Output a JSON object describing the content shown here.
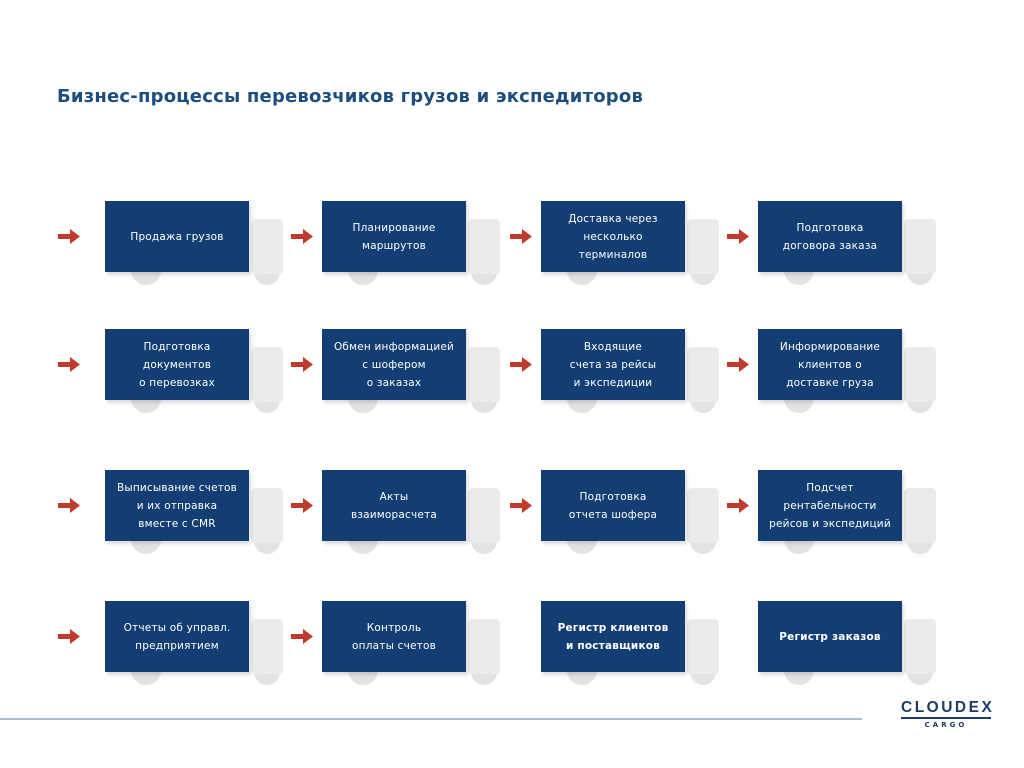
{
  "title": "Бизнес-процессы перевозчиков грузов и экспедиторов",
  "colors": {
    "box_navy": "#133e73",
    "title_navy": "#1b4d7e",
    "arrow_red": "#c13b2c",
    "cab_gray": "#ebebeb",
    "wheel_gray": "#e3e3e3",
    "footer_rule": "#a9bdd1",
    "logo_navy": "#1e3c64"
  },
  "process_grid": {
    "rows": [
      {
        "boxes": [
          {
            "label": "Продажа грузов",
            "arrow": true,
            "bold": false
          },
          {
            "label": "Планирование\nмаршрутов",
            "arrow": true,
            "bold": false
          },
          {
            "label": "Доставка через\nнесколько\nтерминалов",
            "arrow": true,
            "bold": false
          },
          {
            "label": "Подготовка\nдоговора заказа",
            "arrow": true,
            "bold": false
          }
        ]
      },
      {
        "boxes": [
          {
            "label": "Подготовка\nдокументов\nо перевозках",
            "arrow": true,
            "bold": false
          },
          {
            "label": "Обмен информацией\nс шофером\nо заказах",
            "arrow": true,
            "bold": false
          },
          {
            "label": "Входящие\nсчета за рейсы\nи экспедиции",
            "arrow": true,
            "bold": false
          },
          {
            "label": "Информирование\nклиентов о\nдоставке груза",
            "arrow": true,
            "bold": false
          }
        ]
      },
      {
        "boxes": [
          {
            "label": "Выписывание счетов\nи их отправка\nвместе с CMR",
            "arrow": true,
            "bold": false
          },
          {
            "label": "Акты\nвзаиморасчета",
            "arrow": true,
            "bold": false
          },
          {
            "label": "Подготовка\nотчета шофера",
            "arrow": true,
            "bold": false
          },
          {
            "label": "Подсчет\nрентабельности\nрейсов и экспедиций",
            "arrow": true,
            "bold": false
          }
        ]
      },
      {
        "boxes": [
          {
            "label": "Отчеты об управл.\nпредприятием",
            "arrow": true,
            "bold": false
          },
          {
            "label": "Контроль\nоплаты счетов",
            "arrow": true,
            "bold": false
          },
          {
            "label": "Регистр клиентов\nи поставщиков",
            "arrow": false,
            "bold": true
          },
          {
            "label": "Регистр заказов",
            "arrow": false,
            "bold": true
          }
        ]
      }
    ]
  },
  "footer": {
    "logo_name": "CLOUDEX",
    "logo_subtitle": "CARGO"
  }
}
